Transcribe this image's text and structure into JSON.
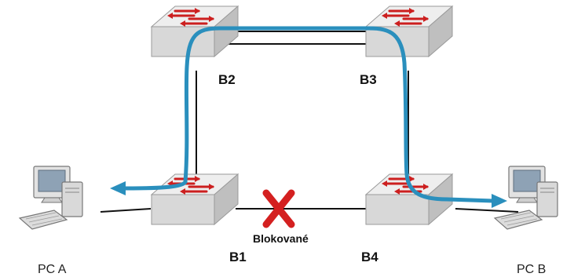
{
  "nodes": {
    "b1": "B1",
    "b2": "B2",
    "b3": "B3",
    "b4": "B4",
    "pc_a": "PC A",
    "pc_b": "PC B"
  },
  "blocked_label": "Blokované",
  "colors": {
    "path": "#2a8fbd",
    "block_mark": "#d42020",
    "link": "#111111",
    "switch_top": "#e9e9e9",
    "switch_side": "#c4c4c4",
    "switch_front": "#d6d6d6",
    "switch_arrow": "#cc1f1f"
  },
  "icons": {
    "switch": "network-switch-icon",
    "pc": "desktop-computer-icon",
    "block": "blocked-x-icon"
  }
}
